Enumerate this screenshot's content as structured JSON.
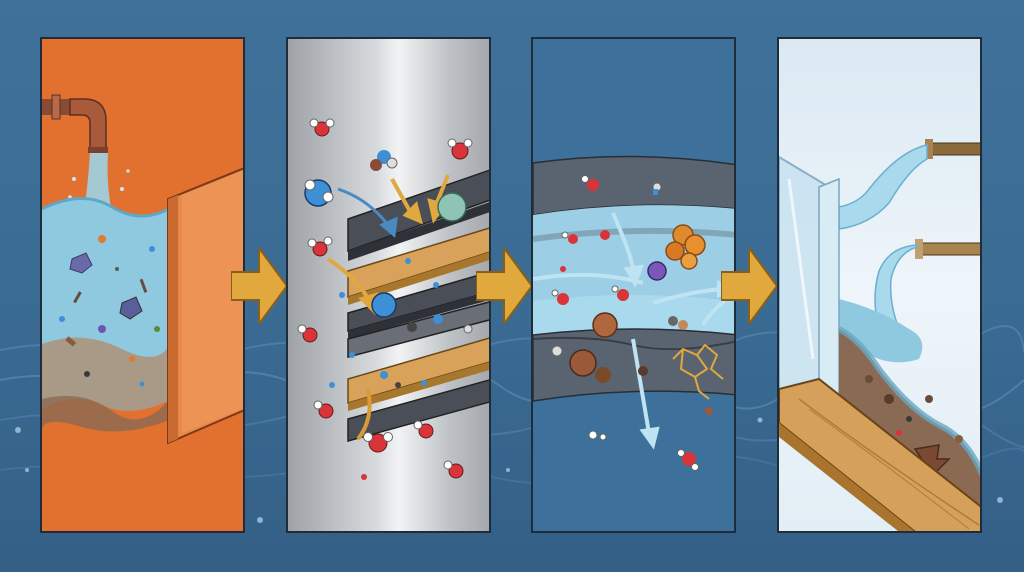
{
  "colors": {
    "background": "#3f719a",
    "panel_1": "#e2702f",
    "panel_2": "#d9dcdf",
    "panel_3": "#3d709a",
    "panel_4": "#e8f1f8",
    "arrow": "#e0a83d",
    "oxygen_atom": "#d8343a",
    "hydrogen_atom": "#ffffff",
    "contaminant_blue": "#3d8fd6",
    "contaminant_purple": "#7a58b8",
    "contaminant_orange": "#e08a2e",
    "water": "#8ec9e0"
  },
  "panels": [
    {
      "step": 1,
      "icons": [
        "faucet-icon",
        "water-icon",
        "debris-icon",
        "filter-icon"
      ]
    },
    {
      "step": 2,
      "icons": [
        "membrane-layers-icon",
        "water-molecule-icon",
        "particle-icon"
      ]
    },
    {
      "step": 3,
      "icons": [
        "filter-bed-icon",
        "flow-arrow-icon",
        "particle-icon"
      ]
    },
    {
      "step": 4,
      "icons": [
        "glass-pane-icon",
        "pipe-icon",
        "clean-water-icon",
        "sediment-icon"
      ]
    }
  ],
  "arrows": [
    "arrow-right-icon",
    "arrow-right-icon",
    "arrow-right-icon"
  ]
}
